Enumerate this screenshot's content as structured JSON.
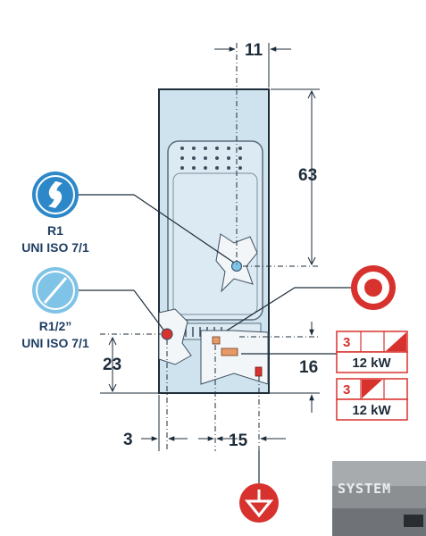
{
  "dimensions": {
    "top_offset": "11",
    "height_to_water": "63",
    "drain_height": "23",
    "elec_height": "16",
    "left_offset": "3",
    "spacing": "15"
  },
  "connections": {
    "water_inlet": {
      "label": "R1",
      "standard": "UNI ISO 7/1",
      "icon": "water-supply-icon",
      "color": "#2d88c9"
    },
    "drain": {
      "label": "R1/2”",
      "standard": "UNI ISO 7/1",
      "icon": "drain-icon",
      "color": "#2d88c9"
    },
    "electrical": {
      "icon": "electrical-connection-icon",
      "color": "#d8322f"
    },
    "earth": {
      "icon": "equipotential-icon",
      "color": "#d8322f"
    }
  },
  "power_options": [
    {
      "phases": "3",
      "power": "12 kW"
    },
    {
      "phases": "3",
      "power": "12 kW"
    }
  ],
  "watermark": {
    "text": "SYSTEM"
  }
}
